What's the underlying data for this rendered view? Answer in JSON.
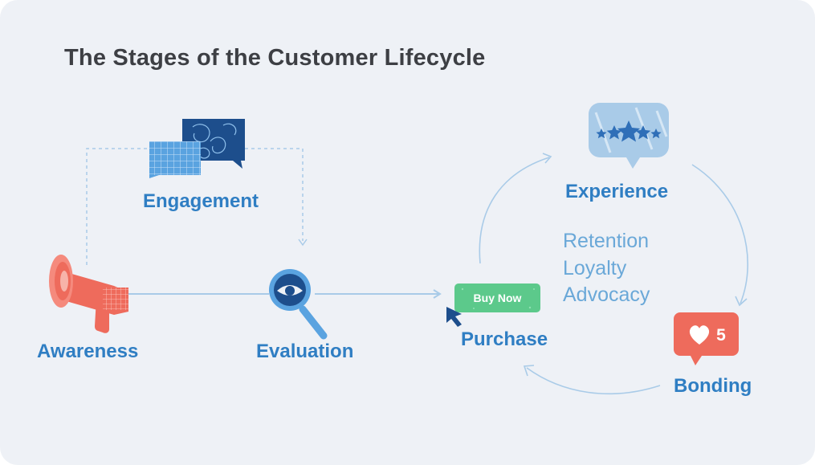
{
  "title": "The Stages of the Customer Lifecycle",
  "stages": {
    "awareness": "Awareness",
    "engagement": "Engagement",
    "evaluation": "Evaluation",
    "purchase": "Purchase",
    "experience": "Experience",
    "bonding": "Bonding"
  },
  "cycle_outcomes": [
    "Retention",
    "Loyalty",
    "Advocacy"
  ],
  "buy_button_label": "Buy Now",
  "like_count": "5",
  "colors": {
    "background": "#eef1f6",
    "title": "#3d3f44",
    "stage_label": "#2f7ec3",
    "outcome_label": "#6aa8d8",
    "connector": "#a9cbe8",
    "megaphone": "#ee6b5c",
    "buy_button": "#5cc98b",
    "like_badge": "#ee6b5c"
  },
  "icons": [
    "megaphone-icon",
    "chat-bubbles-icon",
    "magnifier-eye-icon",
    "buy-now-button-icon",
    "cursor-arrow-icon",
    "star-rating-bubble-icon",
    "like-badge-icon"
  ]
}
